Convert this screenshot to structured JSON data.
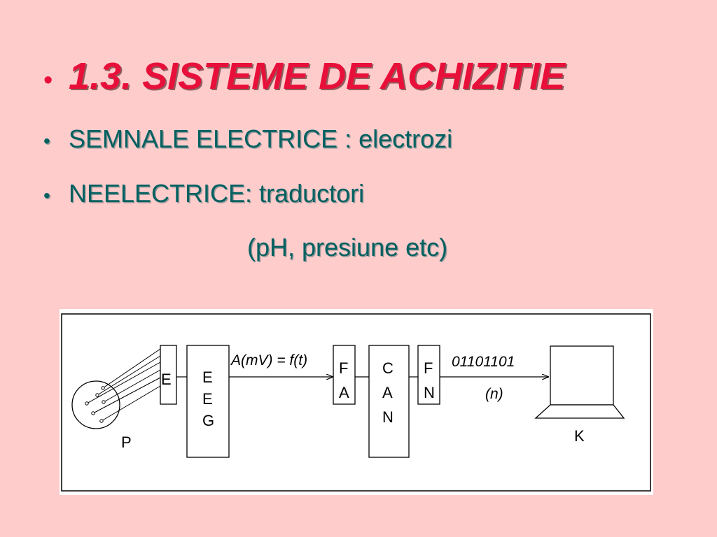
{
  "slide": {
    "bullet": "•",
    "title": "1.3. SISTEME DE ACHIZITIE",
    "line1": "SEMNALE ELECTRICE : electrozi",
    "line2": "NEELECTRICE: traductori",
    "line3": "(pH, presiune etc)"
  },
  "diagram": {
    "block_e": [
      "E"
    ],
    "block_eeg": [
      "E",
      "E",
      "G"
    ],
    "signal_label": "A(mV) = f(t)",
    "block_fa": [
      "F",
      "A"
    ],
    "block_can": [
      "C",
      "A",
      "N"
    ],
    "block_fn": [
      "F",
      "N"
    ],
    "binary_label": "01101101",
    "n_label": "(n)",
    "computer_label": "K",
    "probe_label": "P"
  },
  "colors": {
    "background": "#FFCCCC",
    "title": "#E8103A",
    "text": "#006060",
    "diagram_bg": "#FFFFFF",
    "diagram_stroke": "#000000"
  }
}
